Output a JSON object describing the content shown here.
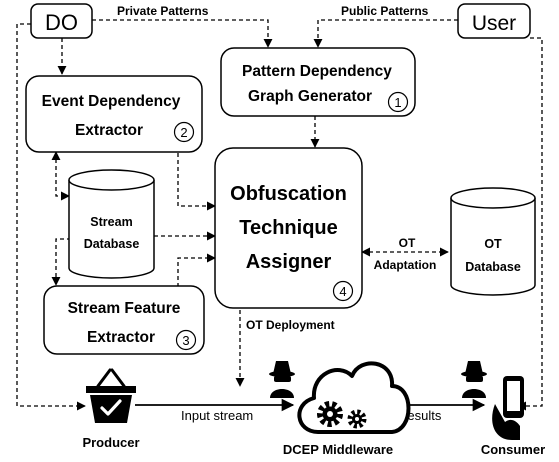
{
  "actors": {
    "do_label": "DO",
    "user_label": "User"
  },
  "edges": {
    "private_patterns": "Private Patterns",
    "public_patterns": "Public Patterns",
    "ot_adaptation_line1": "OT",
    "ot_adaptation_line2": "Adaptation",
    "ot_deployment": "OT Deployment",
    "input_stream": "Input stream",
    "results": "Results"
  },
  "boxes": {
    "pattern_generator": {
      "line1": "Pattern Dependency",
      "line2": "Graph Generator",
      "number": "1"
    },
    "event_extractor": {
      "line1": "Event Dependency",
      "line2": "Extractor",
      "number": "2"
    },
    "stream_feature_extractor": {
      "line1": "Stream Feature",
      "line2": "Extractor",
      "number": "3"
    },
    "obfuscation_assigner": {
      "line1": "Obfuscation",
      "line2": "Technique",
      "line3": "Assigner",
      "number": "4"
    }
  },
  "databases": {
    "stream_db": {
      "line1": "Stream",
      "line2": "Database"
    },
    "ot_db": {
      "line1": "OT",
      "line2": "Database"
    }
  },
  "bottom": {
    "producer": "Producer",
    "middleware": "DCEP Middleware",
    "consumer": "Consumer"
  }
}
